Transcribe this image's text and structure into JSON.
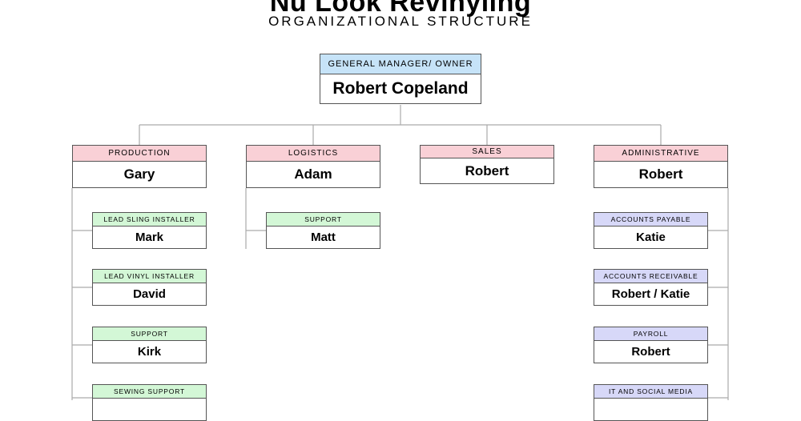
{
  "header": {
    "title": "Nu Look Revinyling",
    "subtitle": "ORGANIZATIONAL STRUCTURE"
  },
  "colors": {
    "top_header": "#c6e3f8",
    "department_header": "#f9d0d6",
    "production_logistics_role_header": "#d3f7d6",
    "administrative_role_header": "#d7d8f8",
    "connector": "#aaaaaa"
  },
  "top": {
    "role": "GENERAL MANAGER/ OWNER",
    "name": "Robert Copeland"
  },
  "departments": [
    {
      "role": "PRODUCTION",
      "name": "Gary"
    },
    {
      "role": "LOGISTICS",
      "name": "Adam"
    },
    {
      "role": "SALES",
      "name": "Robert"
    },
    {
      "role": "ADMINISTRATIVE",
      "name": "Robert"
    }
  ],
  "production": [
    {
      "role": "LEAD SLING INSTALLER",
      "name": "Mark"
    },
    {
      "role": "LEAD VINYL INSTALLER",
      "name": "David"
    },
    {
      "role": "SUPPORT",
      "name": "Kirk"
    },
    {
      "role": "SEWING SUPPORT",
      "name": ""
    }
  ],
  "logistics": [
    {
      "role": "SUPPORT",
      "name": "Matt"
    }
  ],
  "administrative": [
    {
      "role": "ACCOUNTS PAYABLE",
      "name": "Katie"
    },
    {
      "role": "ACCOUNTS RECEIVABLE",
      "name": "Robert / Katie"
    },
    {
      "role": "PAYROLL",
      "name": "Robert"
    },
    {
      "role": "IT AND SOCIAL MEDIA",
      "name": ""
    }
  ]
}
